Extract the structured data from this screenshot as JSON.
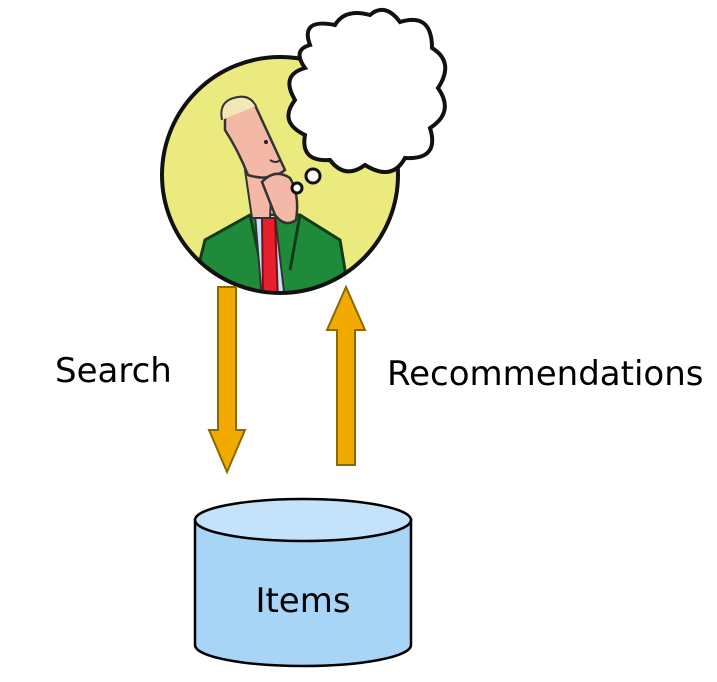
{
  "labels": {
    "search": "Search",
    "recommendations": "Recommendations",
    "items": "Items"
  },
  "colors": {
    "arrow_fill": "#f2a900",
    "arrow_stroke": "#8a6a00",
    "cylinder_body": "#a8d4f5",
    "cylinder_top": "#c4e3fa",
    "cylinder_stroke": "#000000",
    "portrait_bg": "#eaea7e",
    "suit": "#1f8a3a",
    "tie": "#e8202e",
    "skin": "#f4b9a6"
  },
  "icons": {
    "user": "thinking-person-icon",
    "thought": "thought-bubble-icon",
    "database": "database-cylinder-icon"
  }
}
